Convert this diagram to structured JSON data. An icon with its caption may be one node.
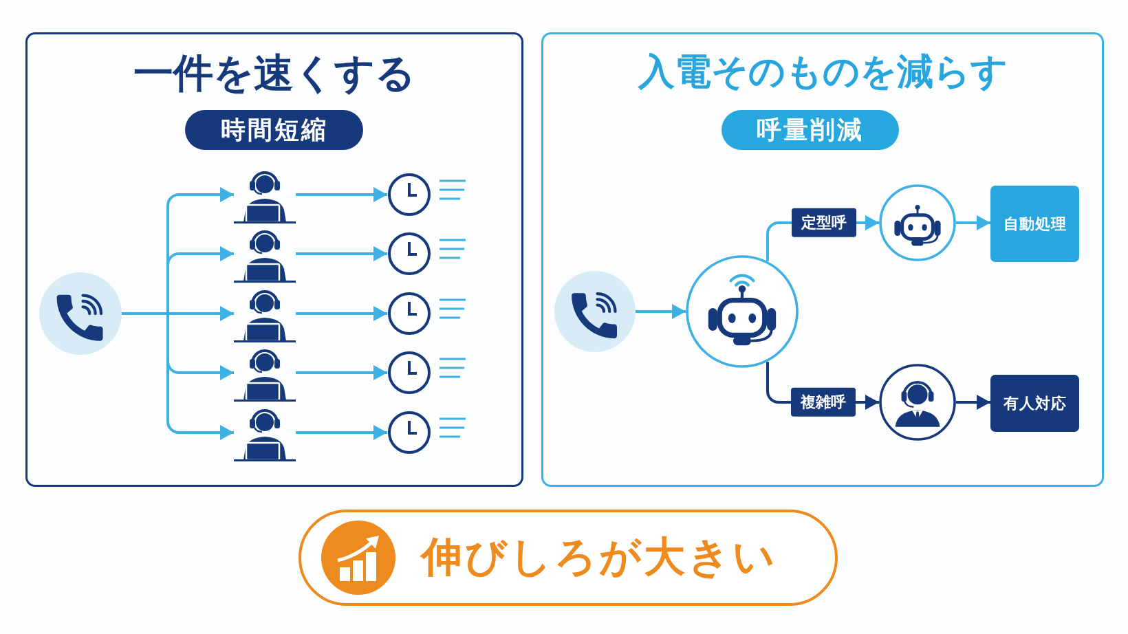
{
  "diagram": {
    "nodes": [
      {
        "text": [
          "一件を速くする"
        ]
      },
      {
        "text": [
          "時間短縮"
        ],
        "in": 0
      },
      {
        "text": [],
        "shape": "circle",
        "in": 0
      },
      {
        "text": [],
        "shape": "person",
        "in": 0
      },
      {
        "text": [],
        "shape": "person",
        "in": 0
      },
      {
        "text": [],
        "shape": "person",
        "in": 0
      },
      {
        "text": [],
        "shape": "person",
        "in": 0
      },
      {
        "text": [],
        "shape": "person",
        "in": 0
      },
      {
        "text": [],
        "shape": "clock",
        "in": 0
      },
      {
        "text": [],
        "shape": "clock",
        "in": 0
      },
      {
        "text": [],
        "shape": "clock",
        "in": 0
      },
      {
        "text": [],
        "shape": "clock",
        "in": 0
      },
      {
        "text": [],
        "shape": "clock",
        "in": 0
      },
      {
        "text": [
          "入電そのものを減らす"
        ]
      },
      {
        "text": [
          "呼量削減"
        ],
        "in": 13
      },
      {
        "text": [],
        "shape": "circle",
        "in": 13
      },
      {
        "text": [],
        "shape": "circle",
        "in": 13
      },
      {
        "text": [],
        "shape": "circle",
        "in": 13
      },
      {
        "text": [
          "自動処理"
        ],
        "in": 13
      },
      {
        "text": [],
        "shape": "circle",
        "in": 13
      },
      {
        "text": [
          "有人対応"
        ],
        "in": 13
      },
      {
        "text": [
          "伸びしろが大きい"
        ]
      }
    ],
    "edges": [
      {
        "from": 2,
        "to": 3,
        "arrow": "to"
      },
      {
        "from": 2,
        "to": 4,
        "arrow": "to"
      },
      {
        "from": 2,
        "to": 5,
        "arrow": "to"
      },
      {
        "from": 2,
        "to": 6,
        "arrow": "to"
      },
      {
        "from": 2,
        "to": 7,
        "arrow": "to"
      },
      {
        "from": 3,
        "to": 8,
        "arrow": "to"
      },
      {
        "from": 4,
        "to": 9,
        "arrow": "to"
      },
      {
        "from": 5,
        "to": 10,
        "arrow": "to"
      },
      {
        "from": 6,
        "to": 11,
        "arrow": "to"
      },
      {
        "from": 7,
        "to": 12,
        "arrow": "to"
      },
      {
        "from": 15,
        "to": 16,
        "arrow": "to"
      },
      {
        "from": 16,
        "to": 17,
        "arrow": "to",
        "label": "定型呼"
      },
      {
        "from": 17,
        "to": 18,
        "arrow": "to"
      },
      {
        "from": 16,
        "to": 19,
        "arrow": "to",
        "label": "複雑呼",
        "color": "#15397a"
      },
      {
        "from": 19,
        "to": 20,
        "arrow": "to",
        "color": "#15397a"
      }
    ]
  }
}
